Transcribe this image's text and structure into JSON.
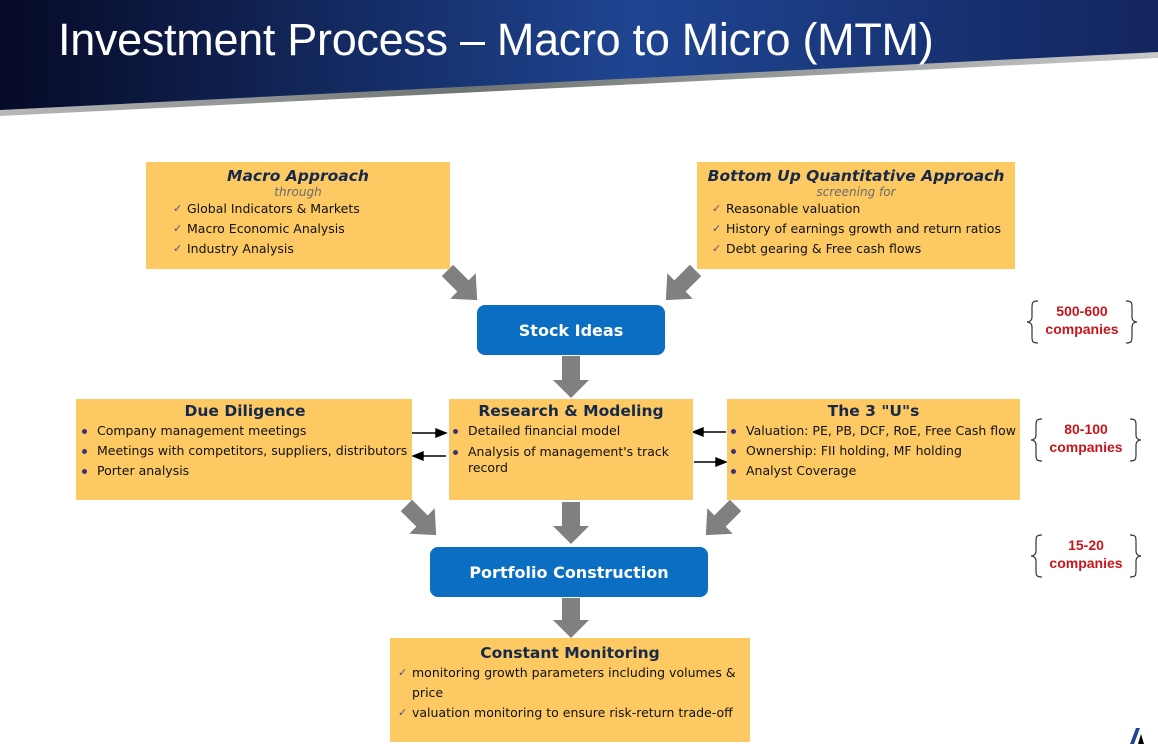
{
  "header": {
    "title": "Investment Process – Macro to Micro (MTM)"
  },
  "colors": {
    "header_dark": "#060a26",
    "header_blue": "#1f4592",
    "box_yellow": "#fdc963",
    "box_blue": "#0a6fc2",
    "arrow_gray": "#808080",
    "count_red": "#c8151c"
  },
  "macro": {
    "title": "Macro Approach",
    "subtitle": "through",
    "items": [
      "Global Indicators & Markets",
      "Macro Economic Analysis",
      "Industry Analysis"
    ]
  },
  "bottom_up": {
    "title": "Bottom Up Quantitative Approach",
    "subtitle": "screening for",
    "items": [
      "Reasonable valuation",
      "History of earnings growth and return ratios",
      "Debt gearing & Free cash flows"
    ]
  },
  "stock_ideas": {
    "label": "Stock Ideas"
  },
  "due_diligence": {
    "title": "Due Diligence",
    "items": [
      "Company management meetings",
      "Meetings with competitors, suppliers, distributors",
      "Porter analysis"
    ]
  },
  "research": {
    "title": "Research & Modeling",
    "items": [
      "Detailed financial model",
      "Analysis of management's track",
      "record"
    ]
  },
  "three_u": {
    "title": "The 3 \"U\"s",
    "items": [
      "Valuation: PE, PB, DCF, RoE, Free Cash flow",
      "Ownership: FII holding, MF holding",
      "Analyst Coverage"
    ]
  },
  "portfolio": {
    "label": "Portfolio Construction"
  },
  "monitoring": {
    "title": "Constant Monitoring",
    "items": [
      "monitoring growth parameters including volumes &",
      "price",
      "valuation monitoring to ensure risk-return trade-off"
    ]
  },
  "counts": [
    {
      "range": "500-600",
      "unit": "companies"
    },
    {
      "range": "80-100",
      "unit": "companies"
    },
    {
      "range": "15-20",
      "unit": "companies"
    }
  ],
  "icons": {
    "check": "✓"
  }
}
